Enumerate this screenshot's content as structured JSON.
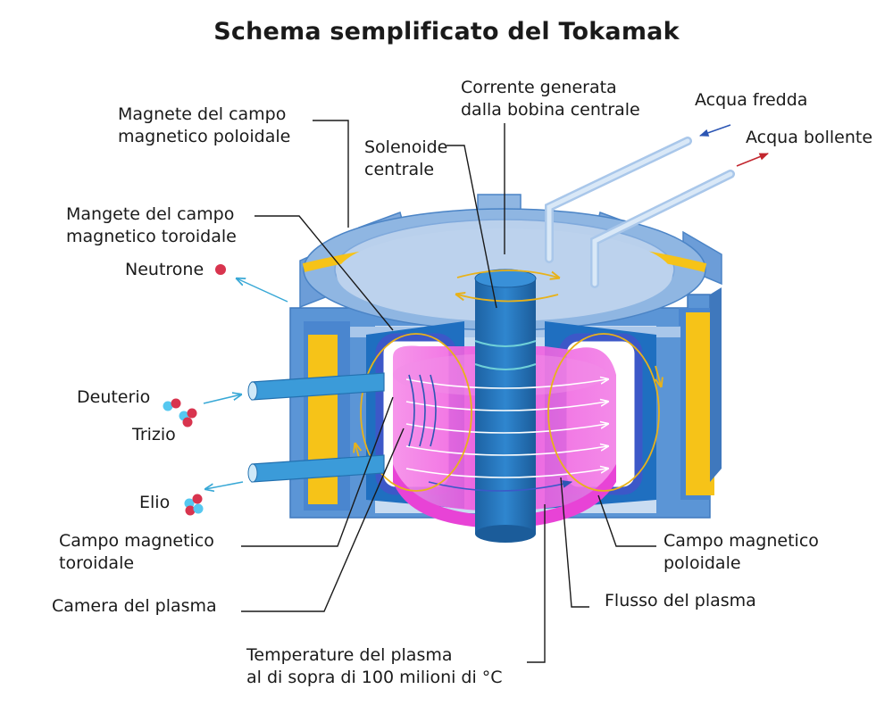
{
  "title": "Schema semplificato del Tokamak",
  "labels": {
    "poloidal_magnet": [
      "Magnete del campo",
      "magnetico poloidale"
    ],
    "central_current": [
      "Corrente generata",
      "dalla bobina centrale"
    ],
    "cold_water": "Acqua fredda",
    "hot_water": "Acqua bollente",
    "central_solenoid": [
      "Solenoide",
      "centrale"
    ],
    "toroidal_magnet": [
      "Mangete del campo",
      "magnetico toroidale"
    ],
    "neutron": "Neutrone",
    "deuterium": "Deuterio",
    "tritium": "Trizio",
    "helium": "Elio",
    "toroidal_field": [
      "Campo magnetico",
      "toroidale"
    ],
    "poloidal_field": [
      "Campo magnetico",
      "poloidale"
    ],
    "plasma_chamber": "Camera del plasma",
    "plasma_flow": "Flusso del plasma",
    "plasma_temperature": [
      "Temperature del plasma",
      "al di sopra di 100 milioni di °C"
    ]
  },
  "colors": {
    "outer_blue": "#5b95d6",
    "light_blue": "#a9c7ea",
    "lid_blue": "#b9d0ec",
    "coil_yellow": "#f6c318",
    "plasma_magenta": "#f05ce0",
    "solenoid_blue": "#2270b4",
    "field_line": "#e8b21a",
    "arrow_blue": "#38a8d6",
    "hot_arrow": "#c2262e",
    "cold_arrow": "#2c56b4"
  }
}
